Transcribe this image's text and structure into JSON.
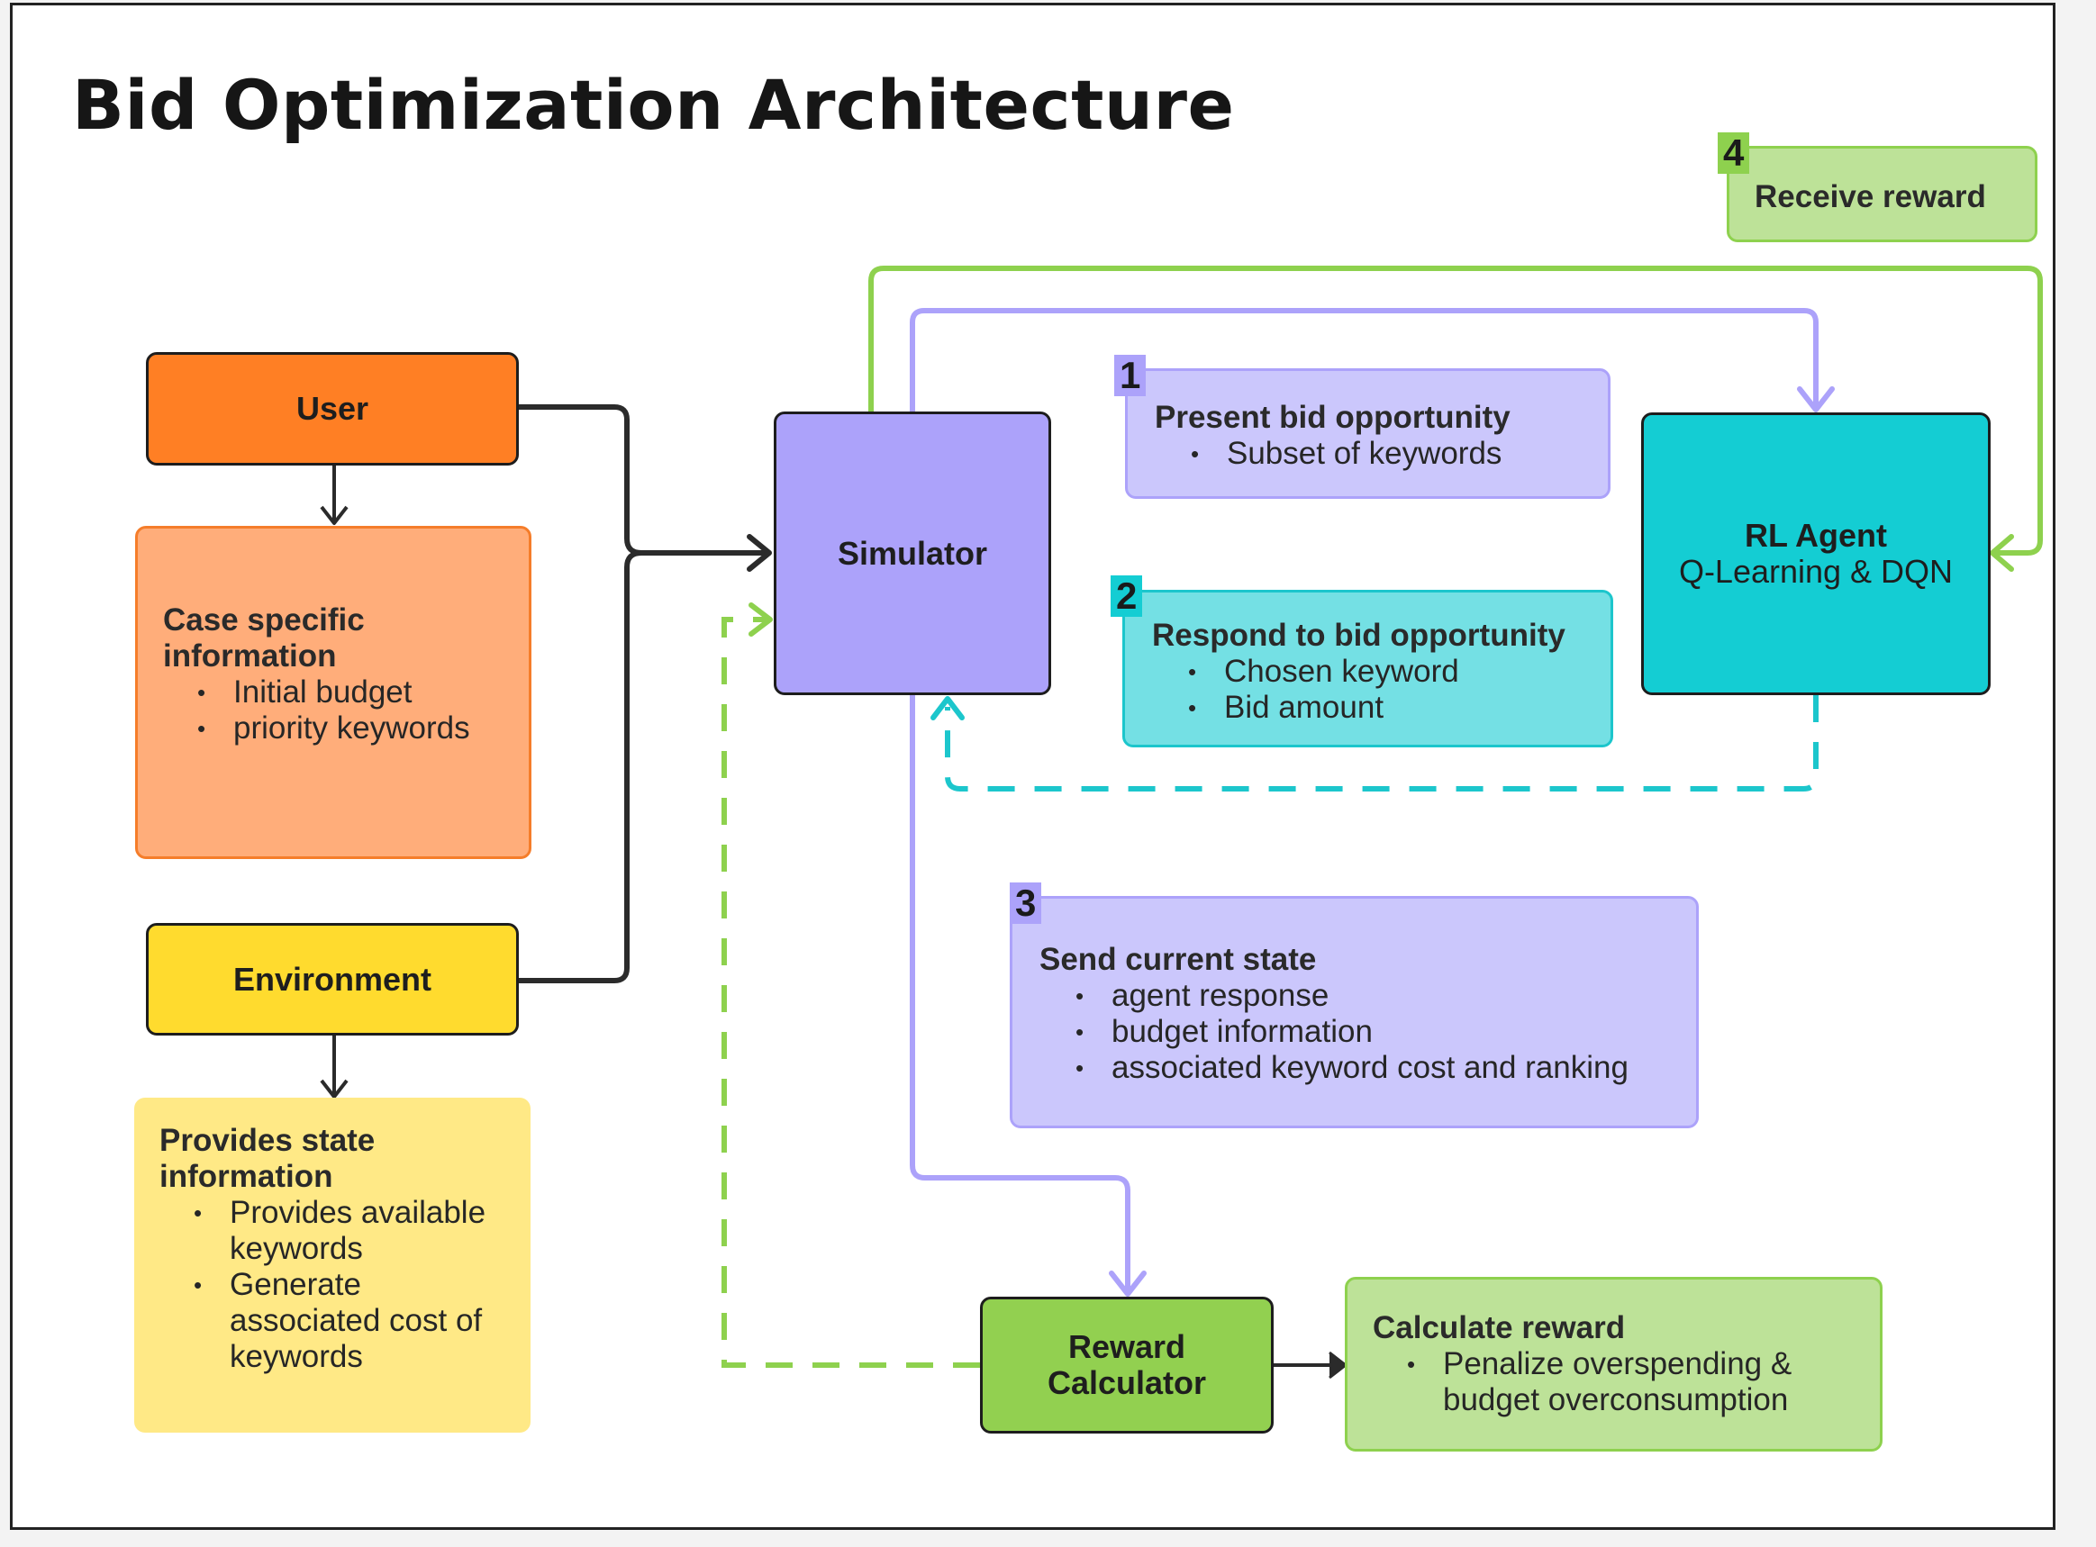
{
  "title": "Bid Optimization Architecture",
  "colors": {
    "user": "#ff7f24",
    "user_info": "#ffad7a",
    "environment": "#ffdb2e",
    "environment_info": "#ffe986",
    "simulator": "#aca2fa",
    "step_purple": "#cbc7fc",
    "rl_agent": "#14cdd3",
    "step_cyan": "#74e0e4",
    "reward_calculator": "#92d050",
    "step_green": "#bde298",
    "wire_dark": "#2b2b2b",
    "wire_purple": "#aca2fa",
    "wire_green": "#8ed14e",
    "wire_cyan": "#1cc6cc"
  },
  "nodes": {
    "user": "User",
    "simulator": "Simulator",
    "environment": "Environment",
    "rl_agent": {
      "title": "RL Agent",
      "subtitle": "Q-Learning & DQN"
    },
    "reward_calculator": {
      "line1": "Reward",
      "line2": "Calculator"
    }
  },
  "notes": {
    "case_info": {
      "heading_line1": "Case specific",
      "heading_line2": "information",
      "items": [
        "Initial budget",
        "priority keywords"
      ]
    },
    "state_info": {
      "heading_line1": "Provides state",
      "heading_line2": "information",
      "items": [
        {
          "line1": "Provides available",
          "line2": "keywords"
        },
        {
          "line1": "Generate",
          "line2": "associated cost of",
          "line3": "keywords"
        }
      ]
    },
    "calculate_reward": {
      "heading": "Calculate reward",
      "items": [
        {
          "line1": "Penalize overspending &",
          "line2": "budget overconsumption"
        }
      ]
    }
  },
  "steps": [
    {
      "number": "1",
      "heading": "Present bid opportunity",
      "items": [
        "Subset of keywords"
      ]
    },
    {
      "number": "2",
      "heading": "Respond to bid opportunity",
      "items": [
        "Chosen keyword",
        "Bid amount"
      ]
    },
    {
      "number": "3",
      "heading": "Send current state",
      "items": [
        "agent response",
        "budget information",
        "associated keyword cost and ranking"
      ]
    },
    {
      "number": "4",
      "heading": "Receive reward",
      "items": []
    }
  ]
}
